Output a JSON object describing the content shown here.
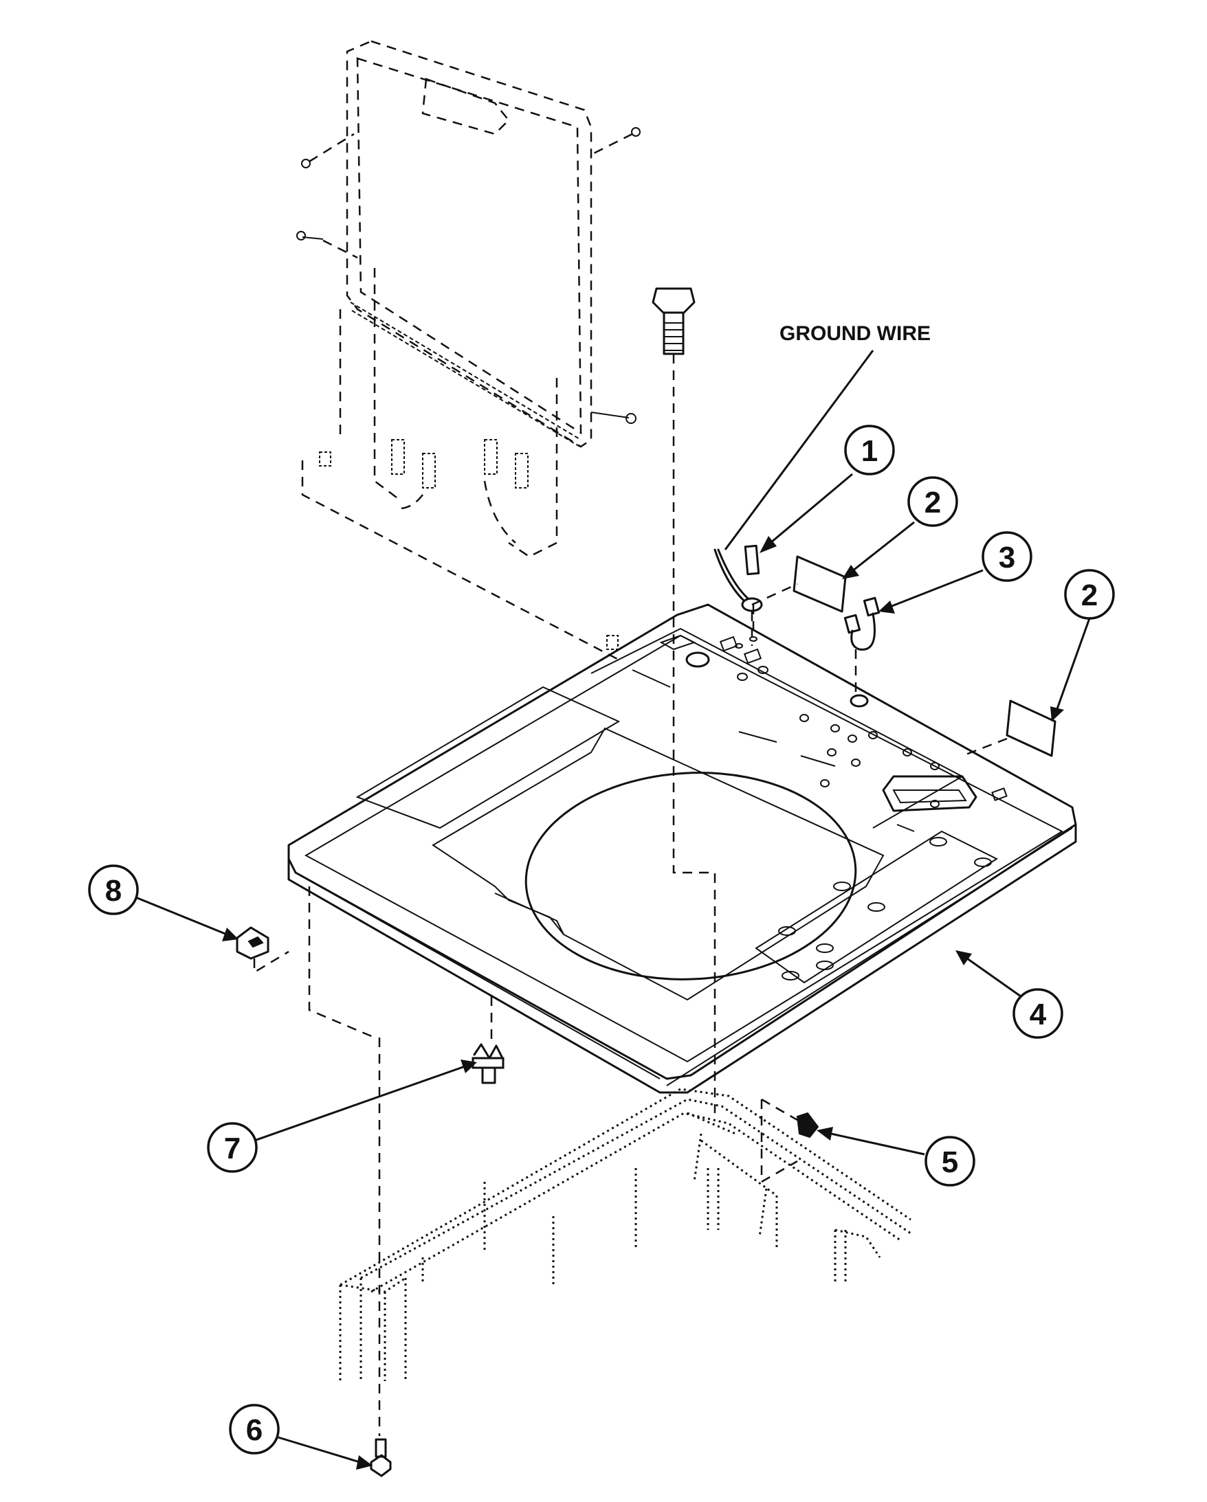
{
  "labels": {
    "ground_wire": "GROUND WIRE"
  },
  "callouts": [
    {
      "id": "c1",
      "number": "1"
    },
    {
      "id": "c2a",
      "number": "2"
    },
    {
      "id": "c3",
      "number": "3"
    },
    {
      "id": "c2b",
      "number": "2"
    },
    {
      "id": "c4",
      "number": "4"
    },
    {
      "id": "c5",
      "number": "5"
    },
    {
      "id": "c6",
      "number": "6"
    },
    {
      "id": "c7",
      "number": "7"
    },
    {
      "id": "c8",
      "number": "8"
    }
  ]
}
